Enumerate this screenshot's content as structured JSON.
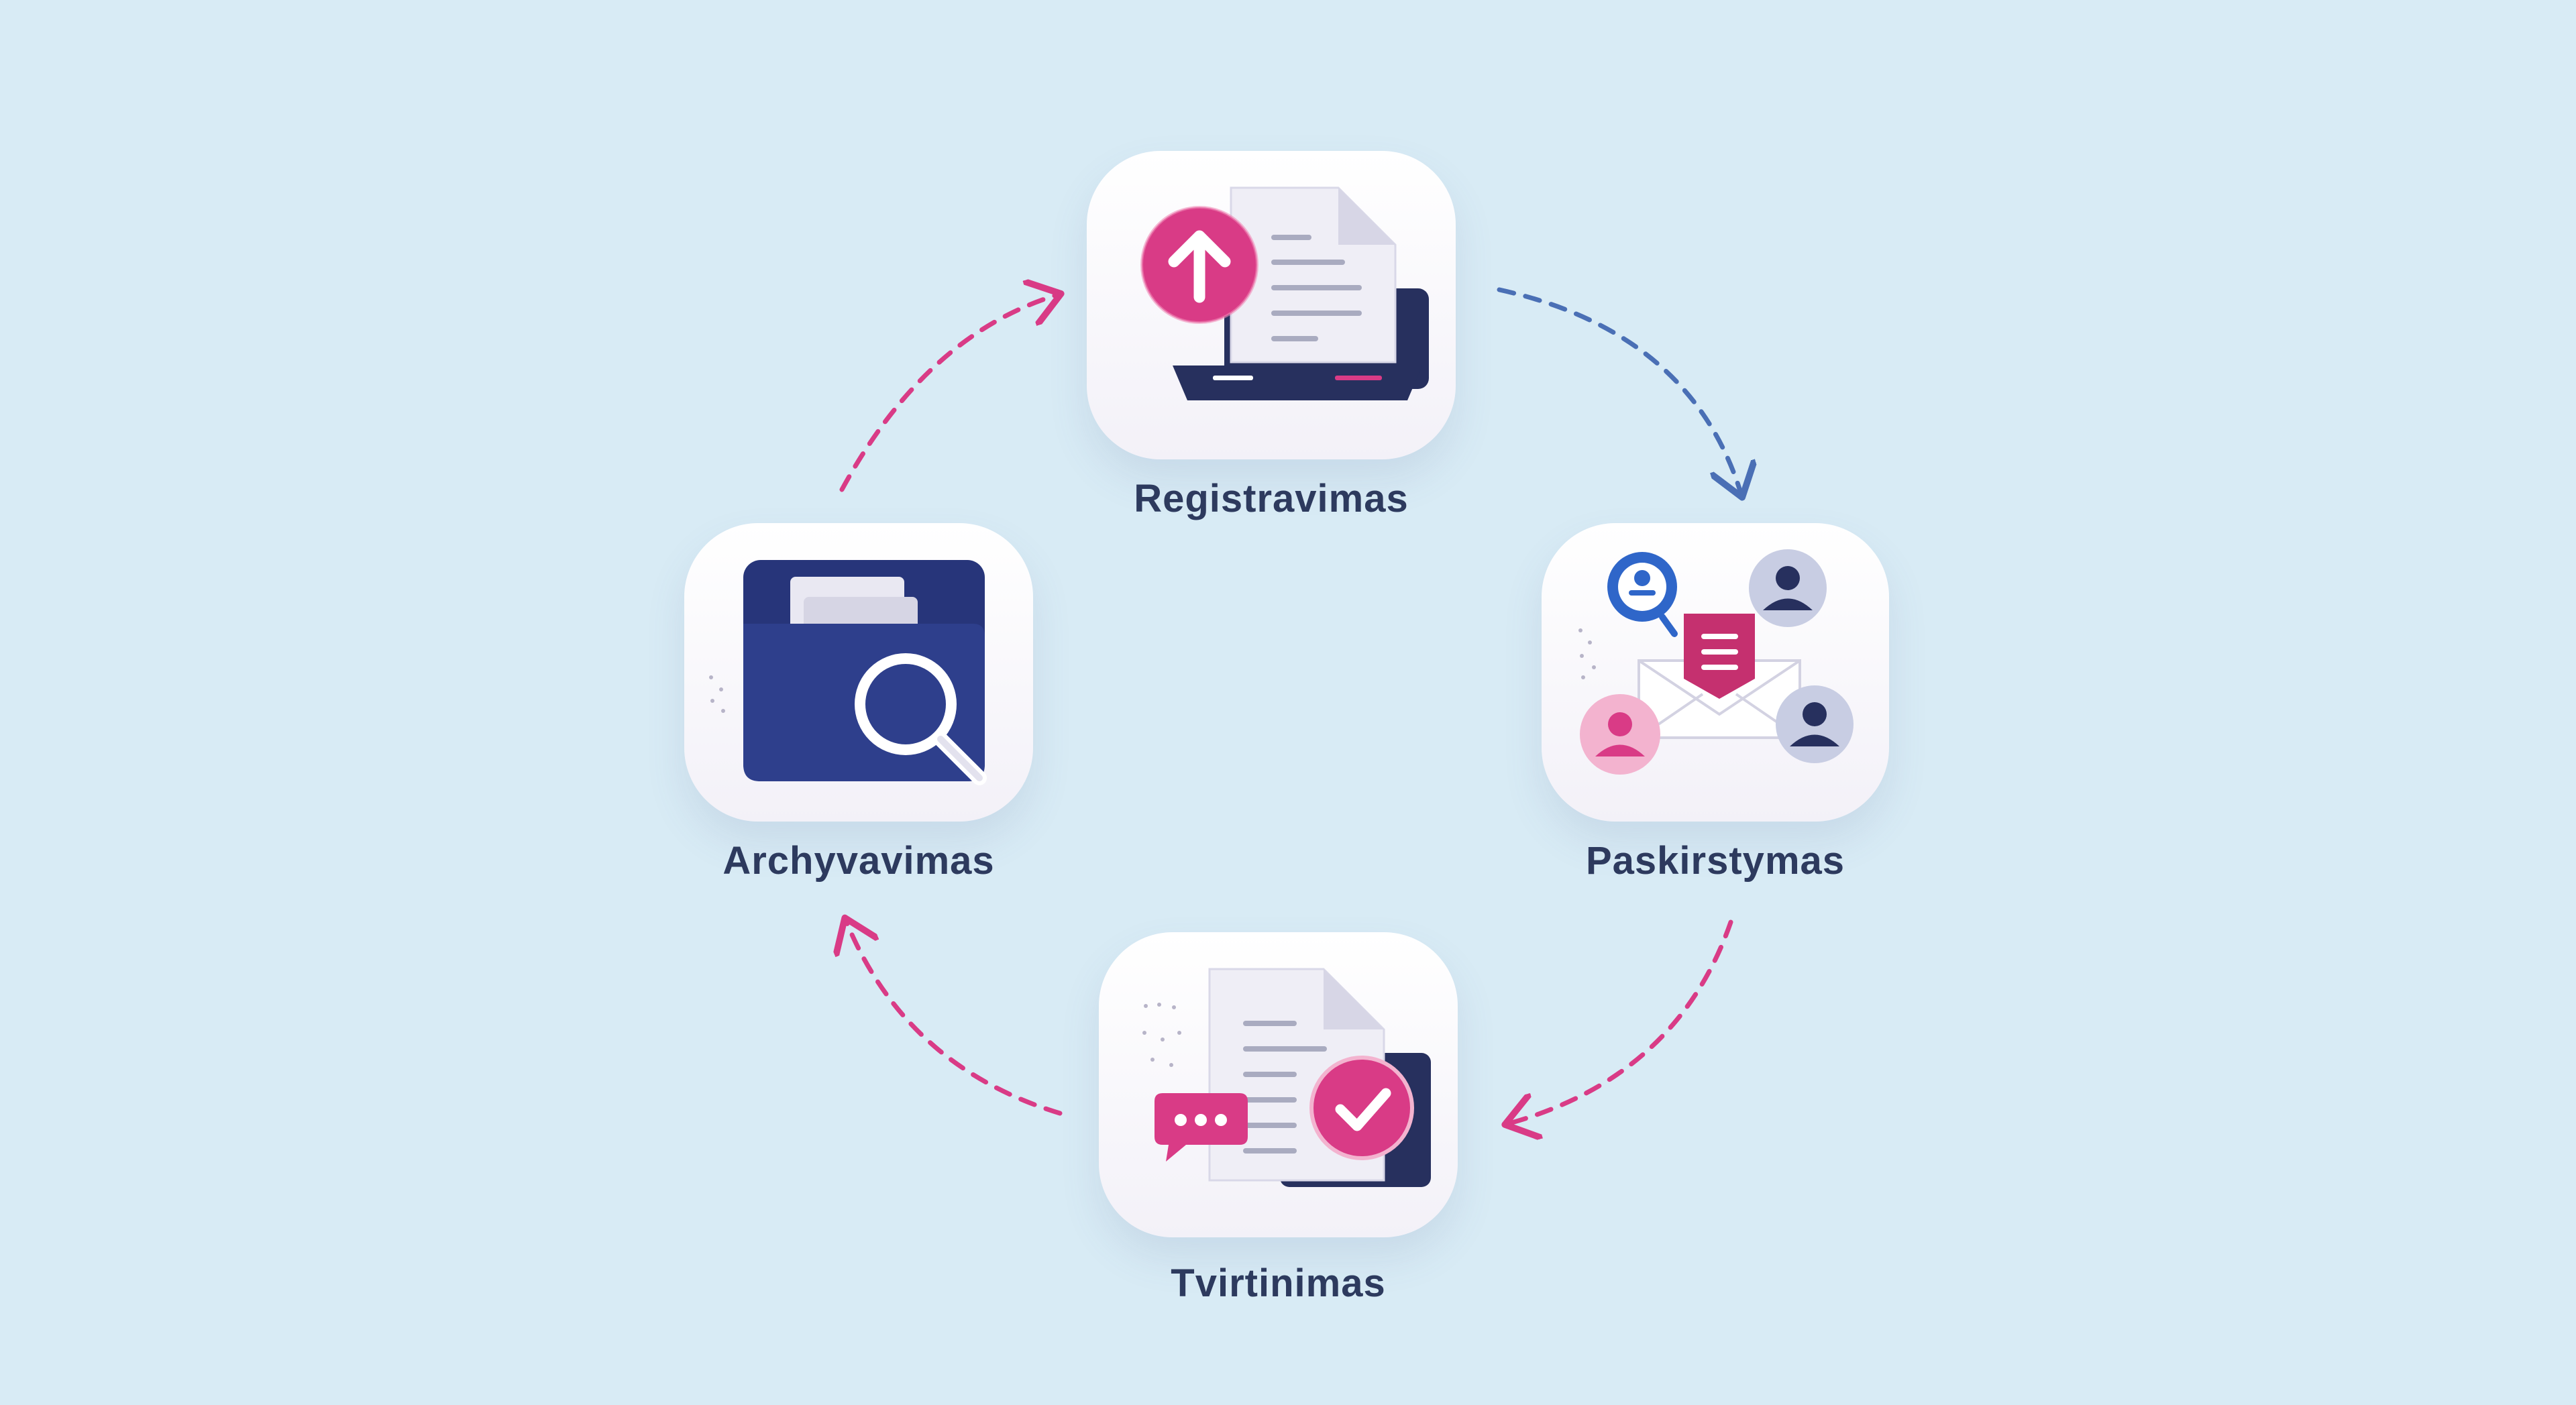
{
  "steps": [
    {
      "label": "Registravimas",
      "icon": "upload-document-laptop-icon"
    },
    {
      "label": "Paskirstymas",
      "icon": "distribution-envelope-users-icon"
    },
    {
      "label": "Tvirtinimas",
      "icon": "approval-document-check-icon"
    },
    {
      "label": "Archyvavimas",
      "icon": "archive-folder-search-icon"
    }
  ],
  "colors": {
    "background": "#d8ebf5",
    "pink": "#d93b86",
    "navy": "#2e3f8c",
    "blue_arrow": "#4a6fb5",
    "label": "#2d3a5e"
  }
}
